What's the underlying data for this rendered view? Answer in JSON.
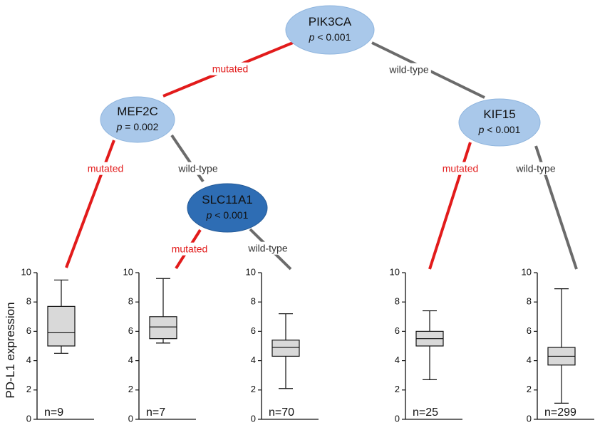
{
  "colors": {
    "mutated": "#e21b1b",
    "wildtype": "#6b6b6b",
    "node_light": "#a9c8ea",
    "node_dark": "#2e6db4",
    "box_fill": "#d9d9d9"
  },
  "nodes": [
    {
      "id": "pik3ca",
      "name": "PIK3CA",
      "p_symbol": "p",
      "p_rest": " < 0.001",
      "fill": "light"
    },
    {
      "id": "mef2c",
      "name": "MEF2C",
      "p_symbol": "p",
      "p_rest": " = 0.002",
      "fill": "light"
    },
    {
      "id": "kif15",
      "name": "KIF15",
      "p_symbol": "p",
      "p_rest": " < 0.001",
      "fill": "light"
    },
    {
      "id": "slc11a1",
      "name": "SLC11A1",
      "p_symbol": "p",
      "p_rest": " < 0.001",
      "fill": "dark"
    }
  ],
  "edges": [
    {
      "id": "e1",
      "label": "mutated",
      "type": "mutated"
    },
    {
      "id": "e2",
      "label": "wild-type",
      "type": "wildtype"
    },
    {
      "id": "e3",
      "label": "mutated",
      "type": "mutated"
    },
    {
      "id": "e4",
      "label": "wild-type",
      "type": "wildtype"
    },
    {
      "id": "e5",
      "label": "mutated",
      "type": "mutated"
    },
    {
      "id": "e6",
      "label": "wild-type",
      "type": "wildtype"
    },
    {
      "id": "e7",
      "label": "mutated",
      "type": "mutated"
    },
    {
      "id": "e8",
      "label": "wild-type",
      "type": "wildtype"
    }
  ],
  "chart_data": {
    "type": "box",
    "ylabel": "PD-L1 expression",
    "ylim": [
      0,
      10
    ],
    "yticks": [
      0,
      2,
      4,
      6,
      8,
      10
    ],
    "boxes": [
      {
        "n_label": "n=9",
        "min": 4.5,
        "q1": 5.0,
        "median": 5.9,
        "q3": 7.7,
        "max": 9.5
      },
      {
        "n_label": "n=7",
        "min": 5.2,
        "q1": 5.5,
        "median": 6.3,
        "q3": 7.0,
        "max": 9.6
      },
      {
        "n_label": "n=70",
        "min": 2.1,
        "q1": 4.3,
        "median": 4.9,
        "q3": 5.4,
        "max": 7.2
      },
      {
        "n_label": "n=25",
        "min": 2.7,
        "q1": 5.0,
        "median": 5.5,
        "q3": 6.0,
        "max": 7.4
      },
      {
        "n_label": "n=299",
        "min": 1.1,
        "q1": 3.7,
        "median": 4.3,
        "q3": 4.9,
        "max": 8.9
      }
    ]
  }
}
